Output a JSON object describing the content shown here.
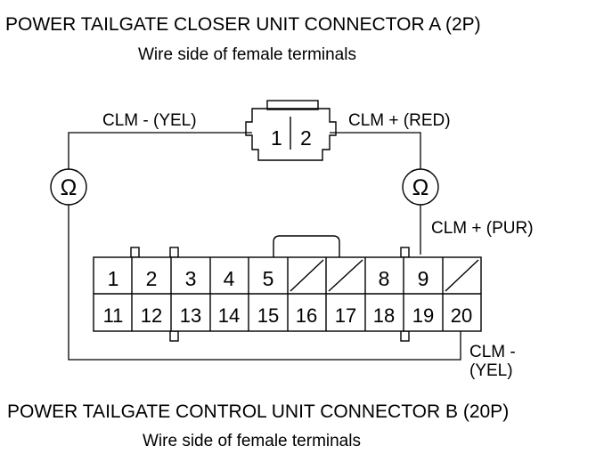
{
  "connector_a": {
    "title": "POWER TAILGATE CLOSER UNIT CONNECTOR A (2P)",
    "subtitle": "Wire side of female terminals",
    "pins": [
      "1",
      "2"
    ]
  },
  "connector_b": {
    "title": "POWER TAILGATE CONTROL UNIT CONNECTOR B (20P)",
    "subtitle": "Wire side of female terminals",
    "row1": [
      "1",
      "2",
      "3",
      "4",
      "5",
      "",
      "",
      "8",
      "9",
      ""
    ],
    "row2": [
      "11",
      "12",
      "13",
      "14",
      "15",
      "16",
      "17",
      "18",
      "19",
      "20"
    ]
  },
  "wires": {
    "a_left": "CLM -  (YEL)",
    "a_right": "CLM +  (RED)",
    "b_pur": "CLM +  (PUR)",
    "b_yel_line1": "CLM -",
    "b_yel_line2": "(YEL)"
  },
  "meter_symbol": "Ω"
}
